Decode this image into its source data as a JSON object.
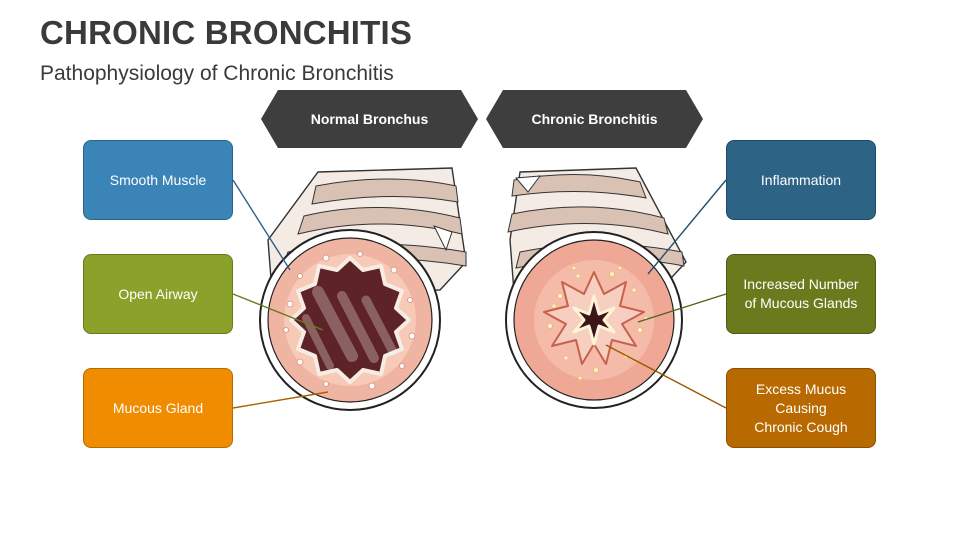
{
  "header": {
    "title": "CHRONIC BRONCHITIS",
    "subtitle": "Pathophysiology of Chronic Bronchitis"
  },
  "panels": {
    "normal": "Normal Bronchus",
    "chronic": "Chronic Bronchitis"
  },
  "labels": {
    "smooth_muscle": "Smooth Muscle",
    "open_airway": "Open Airway",
    "mucous_gland": "Mucous Gland",
    "inflammation": "Inflammation",
    "increased_glands": "Increased Number\nof Mucous Glands",
    "excess_mucus": "Excess Mucus\nCausing\nChronic Cough"
  },
  "colors": {
    "smooth_muscle": "#3b84b8",
    "open_airway": "#8aa12a",
    "mucous_gland": "#f08c00",
    "inflammation": "#2d6384",
    "increased_glands": "#6b7a1c",
    "excess_mucus": "#b86a00",
    "banner": "#3e3e3e"
  }
}
